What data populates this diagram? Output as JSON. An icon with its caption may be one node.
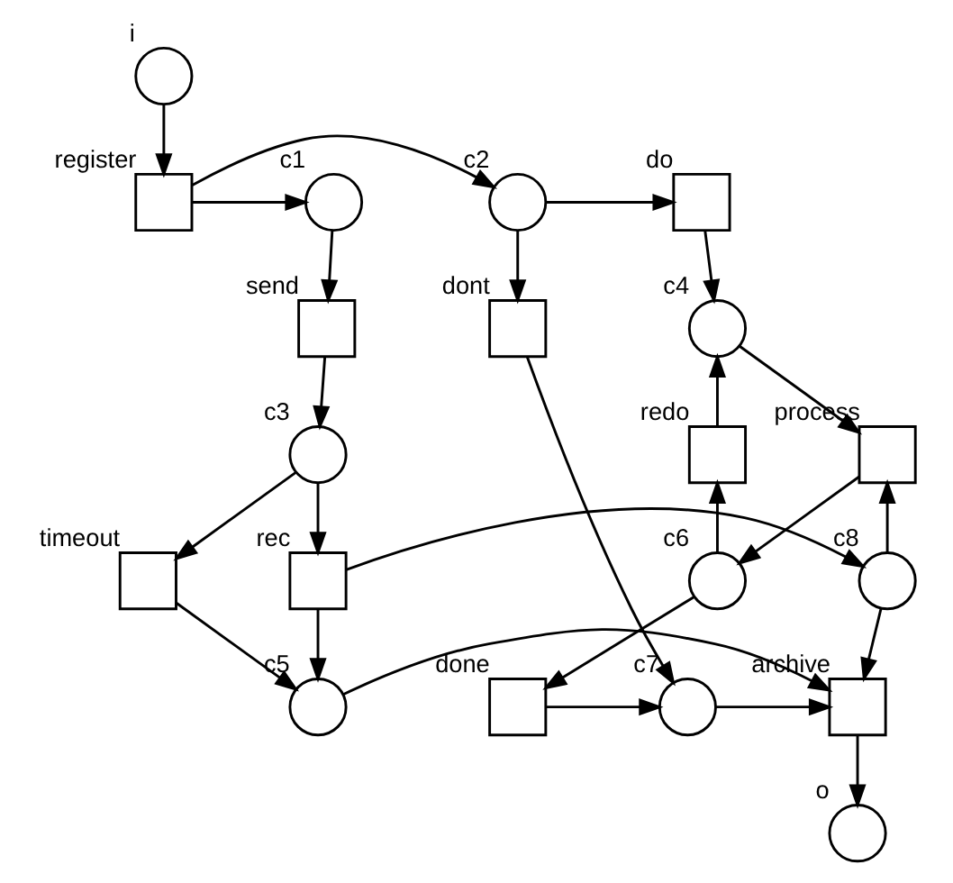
{
  "diagram": {
    "nodes": [
      {
        "text": [],
        "shape": "circle",
        "beside": [
          "i"
        ]
      },
      {
        "text": [],
        "shape": "box",
        "beside": [
          "register"
        ]
      },
      {
        "text": [],
        "shape": "circle",
        "beside": [
          "c2"
        ]
      },
      {
        "text": [],
        "shape": "circle",
        "beside": [
          "c1"
        ]
      },
      {
        "text": [],
        "shape": "box",
        "beside": [
          "do"
        ]
      },
      {
        "text": [],
        "shape": "box",
        "beside": [
          "dont"
        ]
      },
      {
        "text": [],
        "shape": "box",
        "beside": [
          "send"
        ]
      },
      {
        "text": [],
        "shape": "circle",
        "beside": [
          "c4"
        ]
      },
      {
        "text": [],
        "shape": "circle",
        "beside": [
          "c3"
        ]
      },
      {
        "text": [],
        "shape": "box",
        "beside": [
          "redo"
        ]
      },
      {
        "text": [],
        "shape": "box",
        "beside": [
          "process"
        ]
      },
      {
        "text": [],
        "shape": "box",
        "beside": [
          "rec"
        ]
      },
      {
        "text": [],
        "shape": "box",
        "beside": [
          "timeout"
        ]
      },
      {
        "text": [],
        "shape": "circle",
        "beside": [
          "c8"
        ]
      },
      {
        "text": [],
        "shape": "circle",
        "beside": [
          "c6"
        ]
      },
      {
        "text": [],
        "shape": "box",
        "beside": [
          "done"
        ]
      },
      {
        "text": [],
        "shape": "circle",
        "beside": [
          "c7"
        ]
      },
      {
        "text": [],
        "shape": "box",
        "beside": [
          "archive"
        ]
      },
      {
        "text": [],
        "shape": "circle",
        "beside": [
          "c5"
        ]
      },
      {
        "text": [],
        "shape": "circle",
        "beside": [
          "o"
        ]
      }
    ],
    "edges": [
      {
        "from": 0,
        "to": 1,
        "arrow": "to"
      },
      {
        "from": 1,
        "to": 2,
        "arrow": "to"
      },
      {
        "from": 1,
        "to": 3,
        "arrow": "to"
      },
      {
        "from": 2,
        "to": 4,
        "arrow": "to"
      },
      {
        "from": 2,
        "to": 5,
        "arrow": "to"
      },
      {
        "from": 3,
        "to": 6,
        "arrow": "to"
      },
      {
        "from": 4,
        "to": 7,
        "arrow": "to"
      },
      {
        "from": 6,
        "to": 8,
        "arrow": "to"
      },
      {
        "from": 7,
        "to": 10,
        "arrow": "to"
      },
      {
        "from": 9,
        "to": 7,
        "arrow": "to"
      },
      {
        "from": 8,
        "to": 11,
        "arrow": "to"
      },
      {
        "from": 8,
        "to": 12,
        "arrow": "to"
      },
      {
        "from": 10,
        "to": 14,
        "arrow": "to"
      },
      {
        "from": 14,
        "to": 9,
        "arrow": "to"
      },
      {
        "from": 11,
        "to": 13,
        "arrow": "to"
      },
      {
        "from": 13,
        "to": 10,
        "arrow": "to"
      },
      {
        "from": 14,
        "to": 15,
        "arrow": "to"
      },
      {
        "from": 5,
        "to": 16,
        "arrow": "to"
      },
      {
        "from": 13,
        "to": 17,
        "arrow": "to"
      },
      {
        "from": 11,
        "to": 18,
        "arrow": "to"
      },
      {
        "from": 12,
        "to": 18,
        "arrow": "to"
      },
      {
        "from": 15,
        "to": 16,
        "arrow": "to"
      },
      {
        "from": 16,
        "to": 17,
        "arrow": "to"
      },
      {
        "from": 18,
        "to": 17,
        "arrow": "to"
      },
      {
        "from": 17,
        "to": 19,
        "arrow": "to"
      }
    ]
  }
}
